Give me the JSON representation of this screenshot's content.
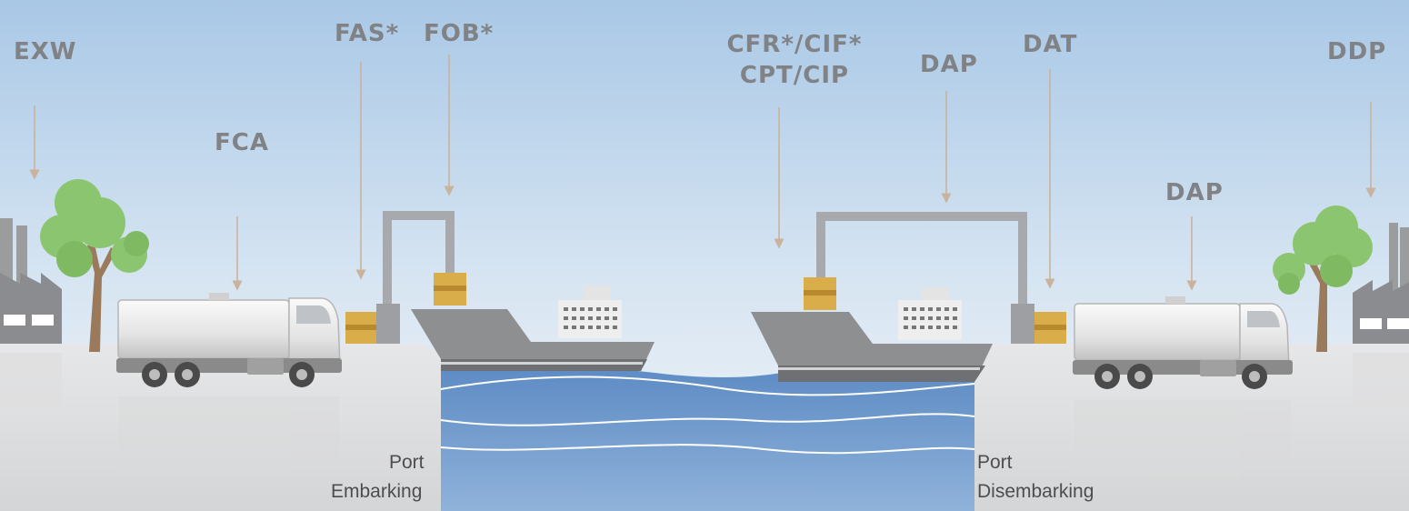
{
  "terms": {
    "exw": "EXW",
    "fca": "FCA",
    "fas": "FAS*",
    "fob": "FOB*",
    "cfr_cif": "CFR*/CIF*",
    "cpt_cip": "CPT/CIP",
    "dap_port": "DAP",
    "dat": "DAT",
    "dap_road": "DAP",
    "ddp": "DDP"
  },
  "ports": {
    "embarking_line1": "Port",
    "embarking_line2": "Embarking",
    "disembarking_line1": "Port",
    "disembarking_line2": "Disembarking"
  },
  "colors": {
    "sky_top": "#a9c8e6",
    "sky_bottom": "#eef3f8",
    "ground": "#e2e3e4",
    "water": "#7ba2d0",
    "arrow": "#c9b39d",
    "label": "#808285",
    "crane": "#a7a9ac",
    "hull": "#8e8f91",
    "cargo": "#d9ad4a",
    "tree": "#8cc570",
    "trunk": "#9b7a5b"
  },
  "icons": [
    "factory-icon",
    "tree-icon",
    "truck-icon",
    "crane-icon",
    "cargo-box-icon",
    "ship-icon"
  ]
}
